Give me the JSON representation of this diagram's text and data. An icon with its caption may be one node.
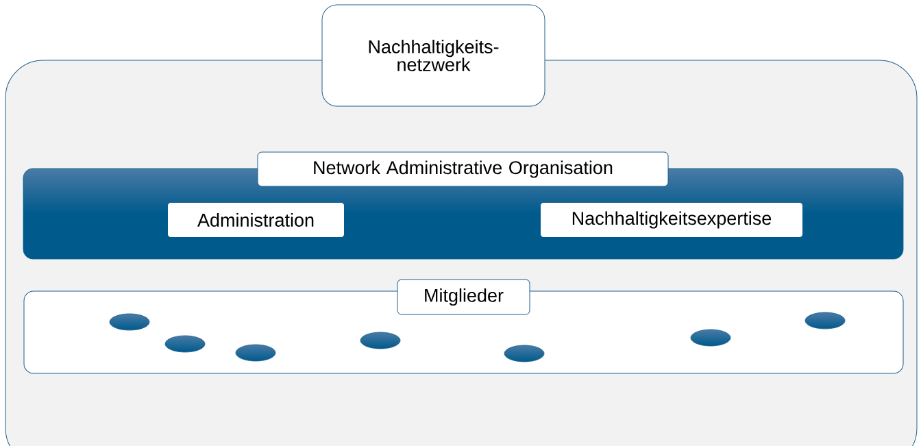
{
  "diagram": {
    "nodes": [
      {
        "text": [
          "Nachhaltigkeits- netzwerk"
        ]
      },
      {
        "text": [
          "Network Administrative Organisation"
        ],
        "in": 0
      },
      {
        "text": [
          "Administration"
        ],
        "in": 1
      },
      {
        "text": [
          "Nachhaltigkeitsexpertise"
        ],
        "in": 1
      },
      {
        "text": [
          "Mitglieder"
        ],
        "in": 0
      },
      {
        "text": [],
        "shape": "ellipse",
        "in": 4
      },
      {
        "text": [],
        "shape": "ellipse",
        "in": 4
      },
      {
        "text": [],
        "shape": "ellipse",
        "in": 4
      },
      {
        "text": [],
        "shape": "ellipse",
        "in": 4
      },
      {
        "text": [],
        "shape": "ellipse",
        "in": 4
      },
      {
        "text": [],
        "shape": "ellipse",
        "in": 4
      },
      {
        "text": [],
        "shape": "ellipse",
        "in": 4
      }
    ]
  }
}
